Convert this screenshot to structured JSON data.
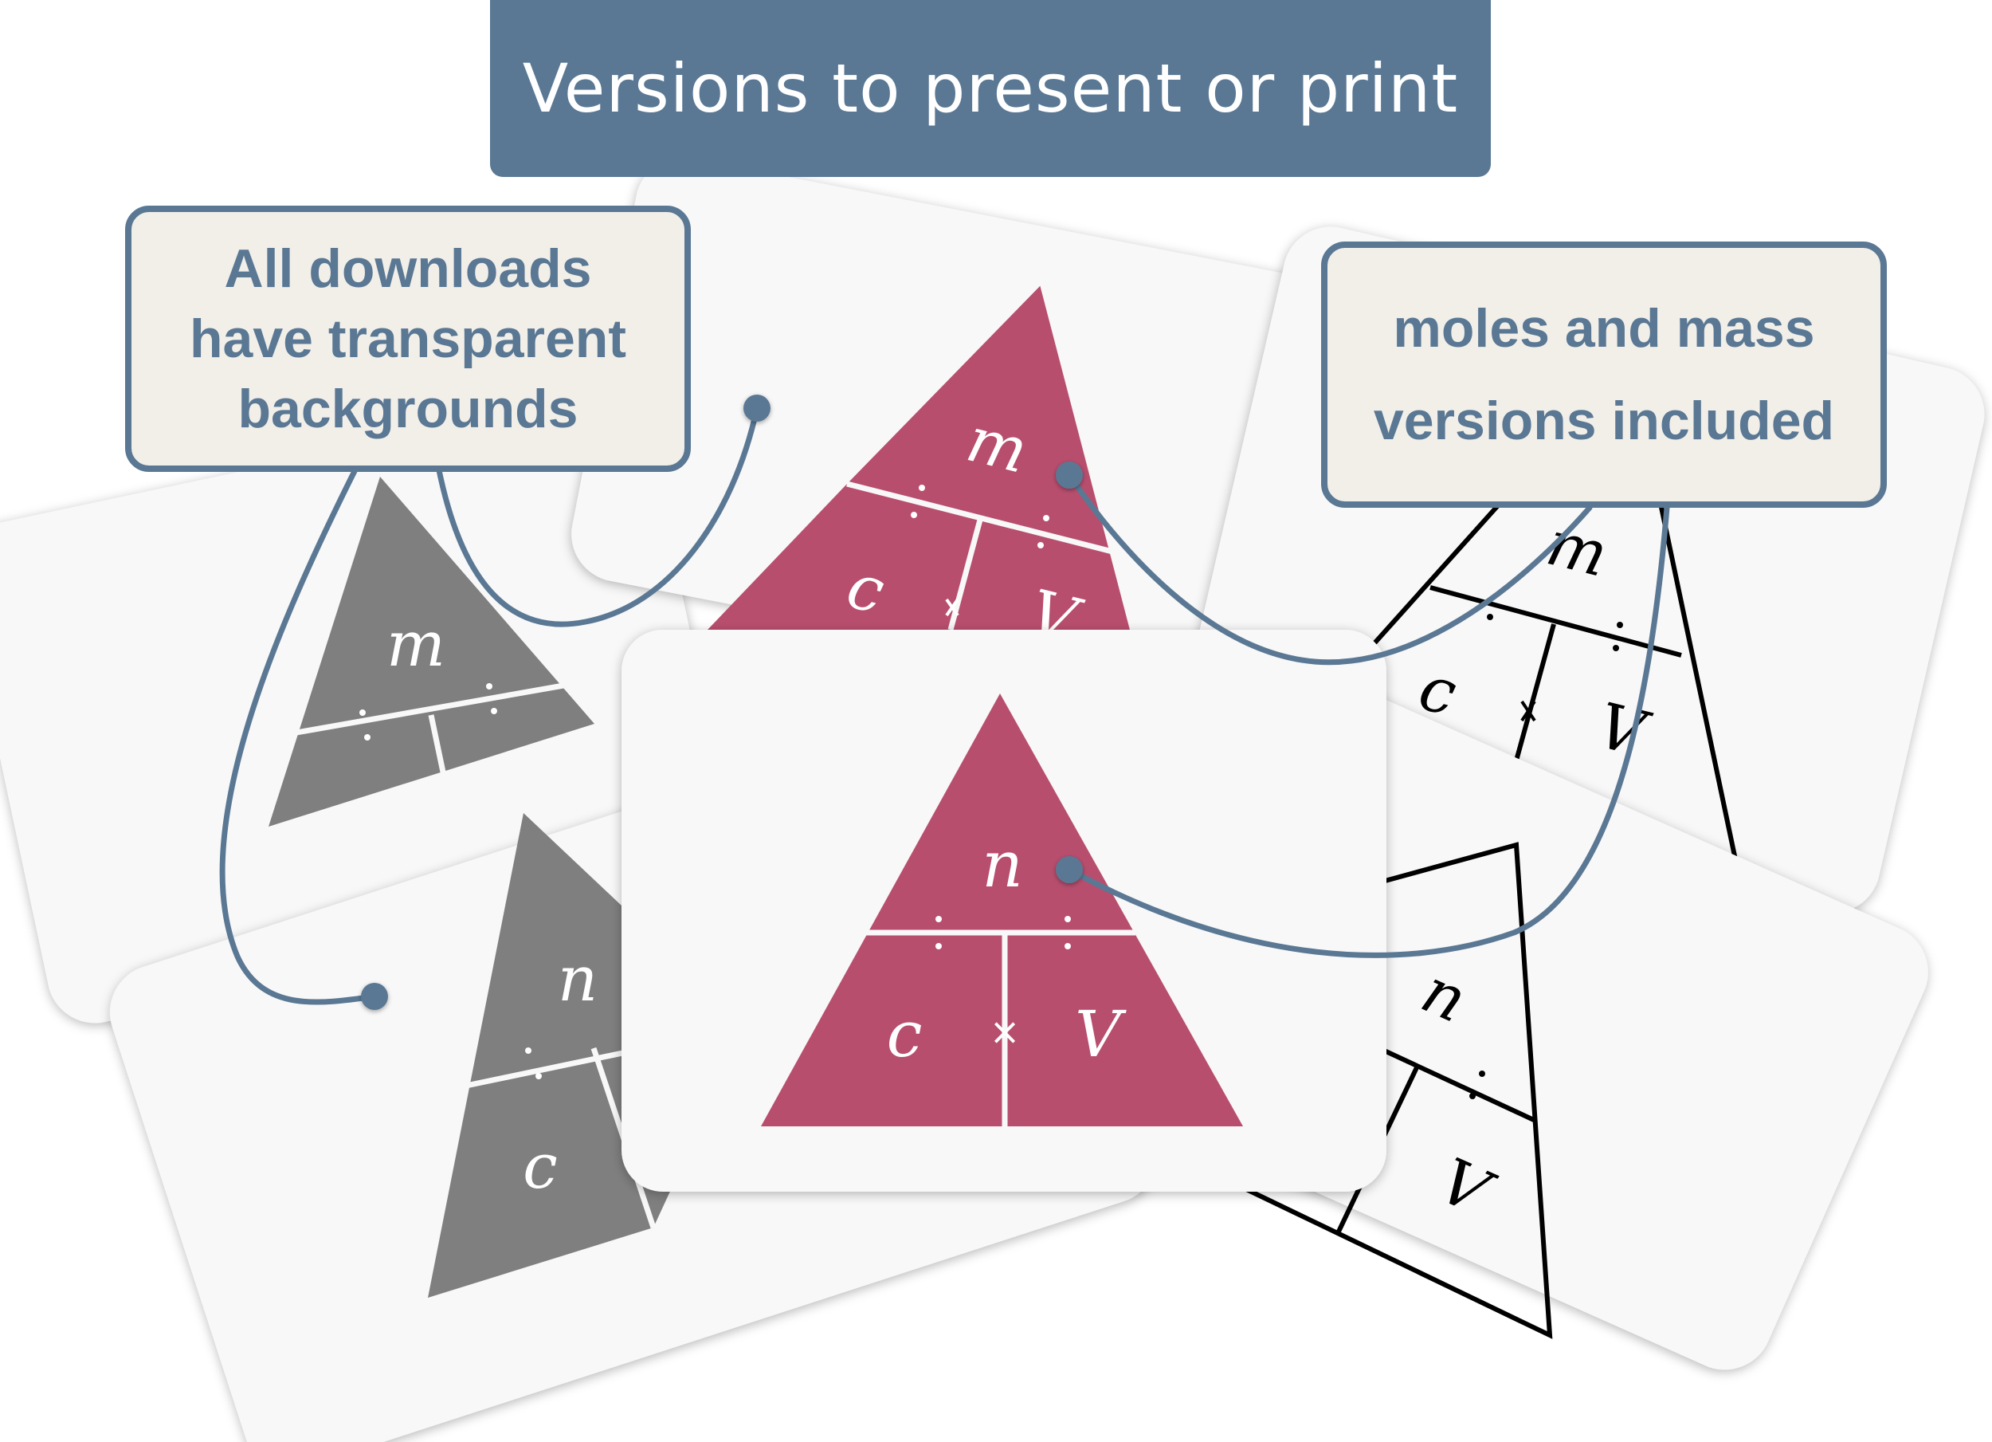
{
  "header": {
    "title": "Versions to present or print"
  },
  "callouts": {
    "left": {
      "lines": [
        "All downloads",
        "have transparent",
        "backgrounds"
      ]
    },
    "right": {
      "lines": [
        "moles and mass",
        "versions included"
      ]
    }
  },
  "cards": {
    "grey_mass": {
      "top": "m"
    },
    "pink_mass": {
      "top": "m",
      "left": "c",
      "right": "V"
    },
    "black_mass": {
      "top": "m",
      "left": "c",
      "right": "V"
    },
    "grey_moles": {
      "top": "n",
      "left": "c"
    },
    "black_moles": {
      "top": "n",
      "right": "V"
    },
    "pink_moles": {
      "top": "n",
      "left": "c",
      "right": "V",
      "operator": "×"
    }
  },
  "colors": {
    "accent": "#5a7894",
    "pink": "#b84e6e",
    "grey": "#7f7f7f",
    "card": "#f8f8f8",
    "callout_fill": "#f2efe9"
  }
}
